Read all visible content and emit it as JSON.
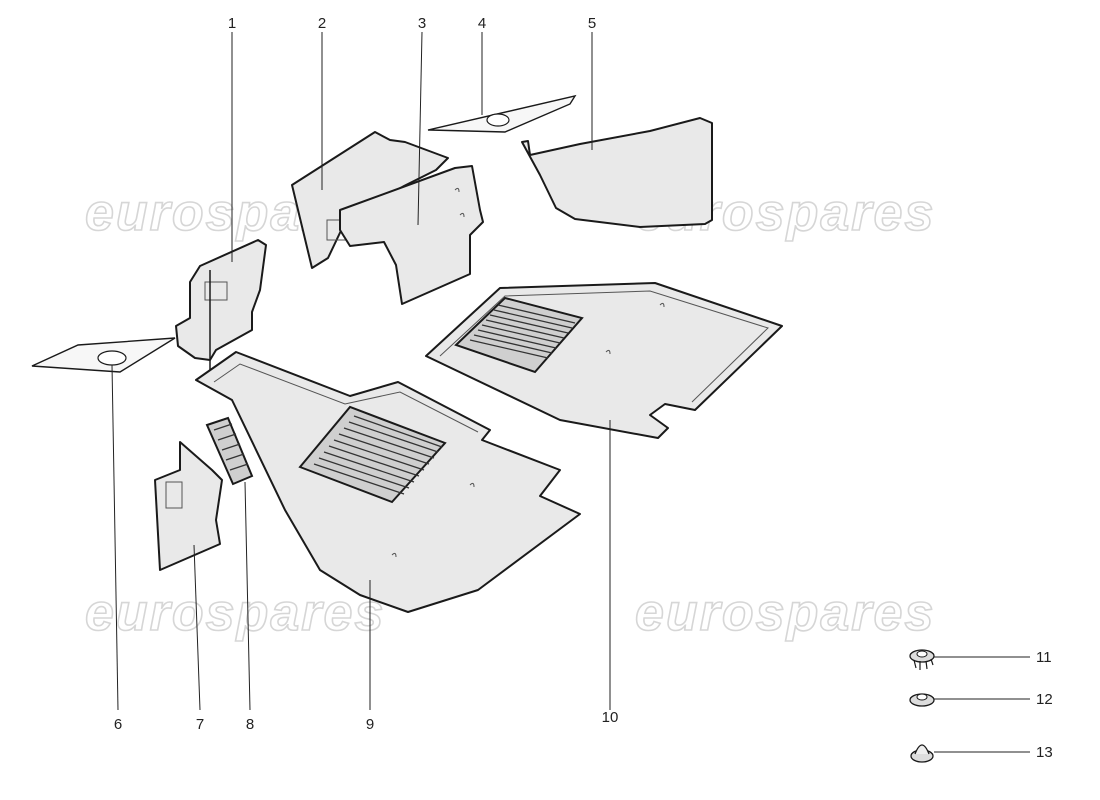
{
  "watermark": "eurospares",
  "callouts": [
    "1",
    "2",
    "3",
    "4",
    "5",
    "6",
    "7",
    "8",
    "9",
    "10",
    "11",
    "12",
    "13"
  ]
}
